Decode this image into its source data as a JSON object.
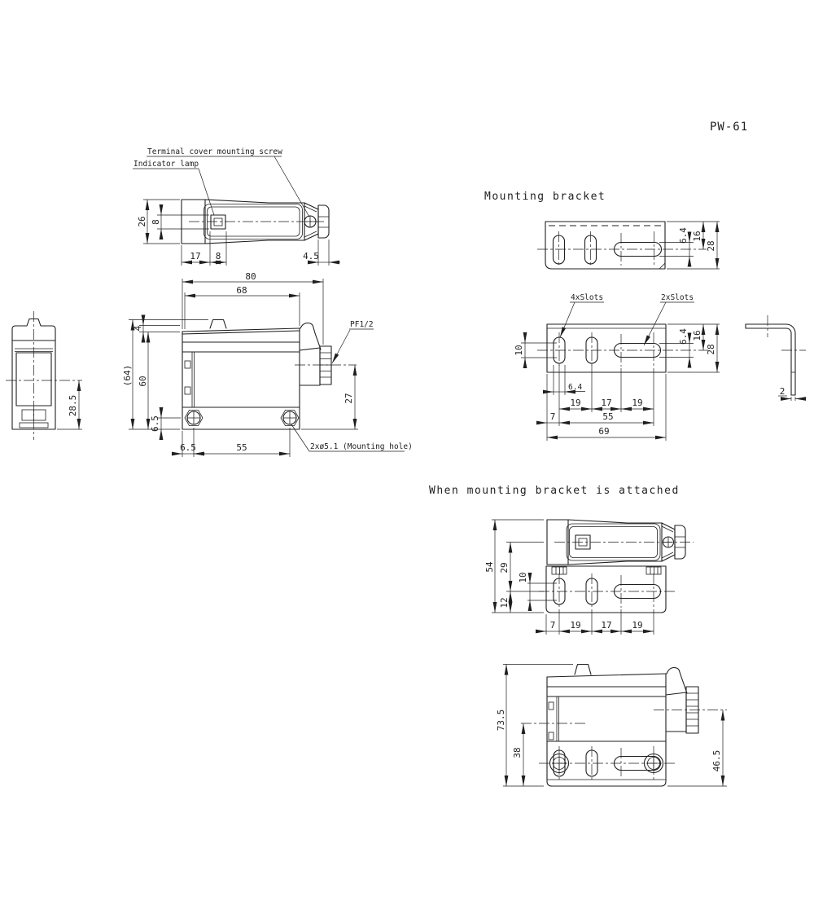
{
  "title": "PW-61",
  "sections": {
    "bracket_title": "Mounting bracket",
    "attached_title": "When mounting bracket is attached"
  },
  "top_view": {
    "callout_terminal_screw": "Terminal cover mounting screw",
    "callout_indicator_lamp": "Indicator lamp",
    "dim_body_height": "26",
    "dim_lamp_size": "8",
    "dim_lamp_offset": "17",
    "dim_lamp_width": "8",
    "dim_cap_width": "4.5"
  },
  "front_view": {
    "dim_total_width": "80",
    "dim_body_width": "68",
    "dim_cover_lip": "4",
    "dim_total_height": "(64)",
    "dim_body_height": "60",
    "dim_foot_height": "6.5",
    "dim_hole_edge": "6.5",
    "dim_hole_pitch": "55",
    "dim_port_center": "27",
    "callout_port_thread": "PF1/2",
    "callout_mounting_holes": "2xø5.1 (Mounting hole)"
  },
  "side_view": {
    "dim_depth_center": "28.5"
  },
  "bracket_top_view": {
    "dim_slot_width": "6.4",
    "dim_slot_center": "16",
    "dim_depth": "28"
  },
  "bracket_front_view": {
    "callout_slots_4": "4xSlots",
    "callout_slots_2": "2xSlots",
    "dim_slot_length": "10",
    "dim_slot_width": "6.4",
    "dim_pitch_a": "19",
    "dim_pitch_b": "17",
    "dim_pitch_c": "19",
    "dim_edge_offset": "7",
    "dim_span": "55",
    "dim_total_width": "69",
    "dim_slot_width_r": "6.4",
    "dim_slot_center_r": "16",
    "dim_height_r": "28"
  },
  "bracket_side_view": {
    "dim_thickness": "2"
  },
  "attached_top_view": {
    "dim_total_depth": "54",
    "dim_center_offset": "29",
    "dim_slot_length": "10",
    "dim_edge_offset_v": "12",
    "dim_edge_offset": "7",
    "dim_pitch_a": "19",
    "dim_pitch_b": "17",
    "dim_pitch_c": "19"
  },
  "attached_front_view": {
    "dim_total_height": "73.5",
    "dim_bracket_height": "38",
    "dim_port_center": "46.5"
  }
}
